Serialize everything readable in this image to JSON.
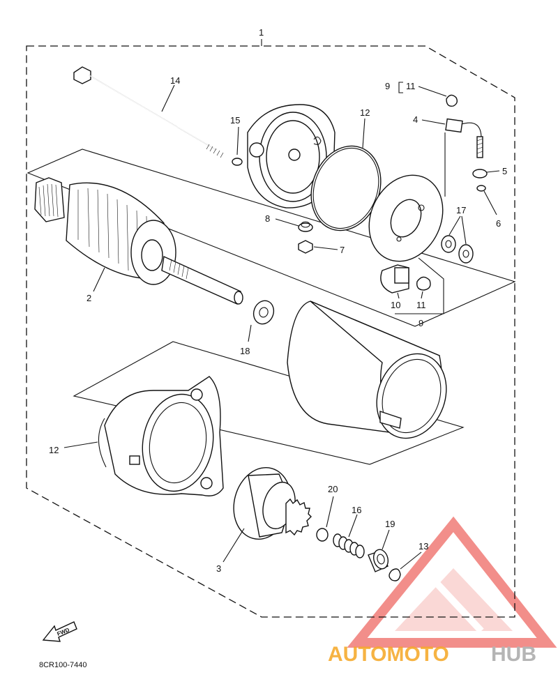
{
  "diagram": {
    "title_number": "1",
    "callouts": {
      "c2": "2",
      "c3": "3",
      "c4": "4",
      "c5": "5",
      "c6": "6",
      "c7": "7",
      "c8": "8",
      "c9a": "9",
      "c9b": "9",
      "c10": "10",
      "c11a": "11",
      "c11b": "11",
      "c12a": "12",
      "c12b": "12",
      "c13": "13",
      "c14": "14",
      "c15": "15",
      "c16": "16",
      "c17": "17",
      "c18": "18",
      "c19": "19",
      "c20": "20"
    },
    "fwd_label": "FWD",
    "drawing_code": "8CR100-7440"
  },
  "watermark": {
    "text_auto": "AUTOMOTO",
    "text_hub": "HUB",
    "color_red": "#e8332b",
    "color_orange": "#f5a623",
    "color_gray": "#b5b5b5"
  }
}
